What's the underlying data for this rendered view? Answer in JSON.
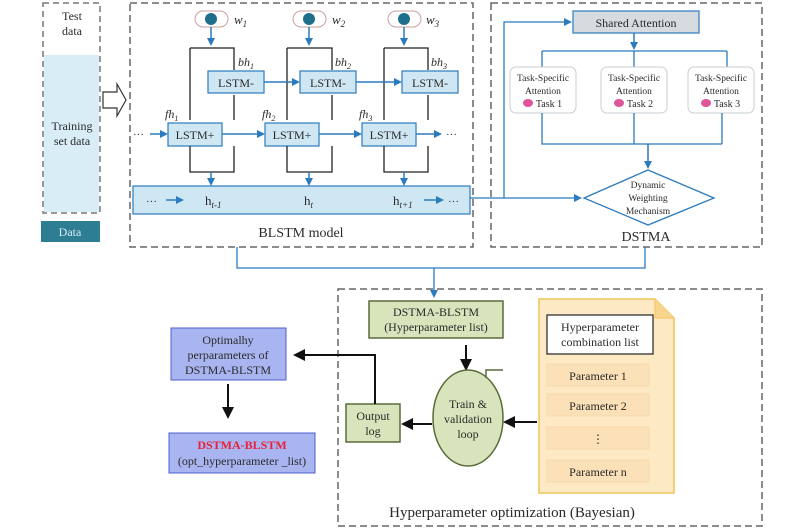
{
  "data_panel": {
    "test_label_1": "Test",
    "test_label_2": "data",
    "train_label_1": "Training",
    "train_label_2": "set data",
    "caption": "Data"
  },
  "blstm": {
    "inputs": [
      "w",
      "w",
      "w"
    ],
    "input_subs": [
      "1",
      "2",
      "3"
    ],
    "backward_labels": [
      "bh",
      "bh",
      "bh"
    ],
    "backward_subs": [
      "1",
      "2",
      "3"
    ],
    "forward_labels": [
      "fh",
      "fh",
      "fh"
    ],
    "forward_subs": [
      "1",
      "2",
      "3"
    ],
    "lstm_backward": [
      "LSTM-",
      "LSTM-",
      "LSTM-"
    ],
    "lstm_forward": [
      "LSTM+",
      "LSTM+",
      "LSTM+"
    ],
    "ellipsis": "···",
    "hidden": [
      "h",
      "h",
      "h"
    ],
    "hidden_subs": [
      "t-1",
      "t",
      "t+1"
    ],
    "caption": "BLSTM model"
  },
  "dstma": {
    "shared": "Shared Attention",
    "tasks": [
      {
        "line1": "Task-Specific",
        "line2": "Attention",
        "task": "Task 1"
      },
      {
        "line1": "Task-Specific",
        "line2": "Attention",
        "task": "Task 2"
      },
      {
        "line1": "Task-Specific",
        "line2": "Attention",
        "task": "Task 3"
      }
    ],
    "dwm": [
      "Dynamic",
      "Weighting",
      "Mechanism"
    ],
    "caption": "DSTMA"
  },
  "hpo": {
    "model_box": [
      "DSTMA-BLSTM",
      "(Hyperparameter list)"
    ],
    "loop": [
      "Train &",
      "validation",
      "loop"
    ],
    "output_log": [
      "Output",
      "log"
    ],
    "combo_title": [
      "Hyperparameter",
      "combination list"
    ],
    "params": [
      "Parameter 1",
      "Parameter 2",
      "⋮",
      "Parameter n"
    ],
    "caption": "Hyperparameter optimization (Bayesian)"
  },
  "result": {
    "optimal": [
      "Optimalhy",
      "perparameters of",
      "DSTMA-BLSTM"
    ],
    "final_title": "DSTMA-BLSTM",
    "final_sub": "(opt_hyperparameter _list)"
  },
  "colors": {
    "blue_line": "#2b7bbf",
    "lstm_fill": "#cfe6f3",
    "data_fill": "#d9edf7",
    "data_caption": "#2d7d93",
    "green_fill": "#d8e4bc",
    "green_stroke": "#5a6b3a",
    "orange_fill": "#fde9c4",
    "purple_fill": "#a9b5f0",
    "red_text": "#e8203a",
    "pink": "#e0559a"
  }
}
